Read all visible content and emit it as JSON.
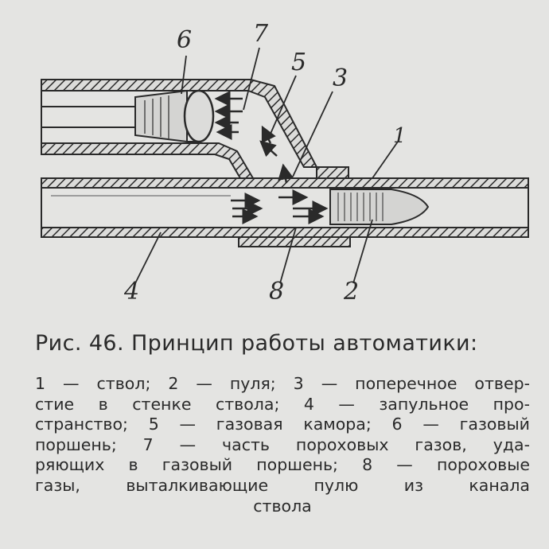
{
  "figure": {
    "labels": {
      "n1": "1",
      "n2": "2",
      "n3": "3",
      "n4": "4",
      "n5": "5",
      "n6": "6",
      "n7": "7",
      "n8": "8"
    },
    "caption_title": "Рис. 46. Принцип работы автоматики:",
    "legend_lines": [
      "1 — ствол; 2 — пуля; 3 — поперечное отвер-",
      "стие в стенке ствола; 4 — запульное про-",
      "странство; 5 — газовая камора; 6 — газовый",
      "поршень; 7 — часть пороховых газов, уда-",
      "ряющих в газовый поршень; 8 — пороховые",
      "газы, выталкивающие пулю из канала",
      "ствола"
    ]
  }
}
